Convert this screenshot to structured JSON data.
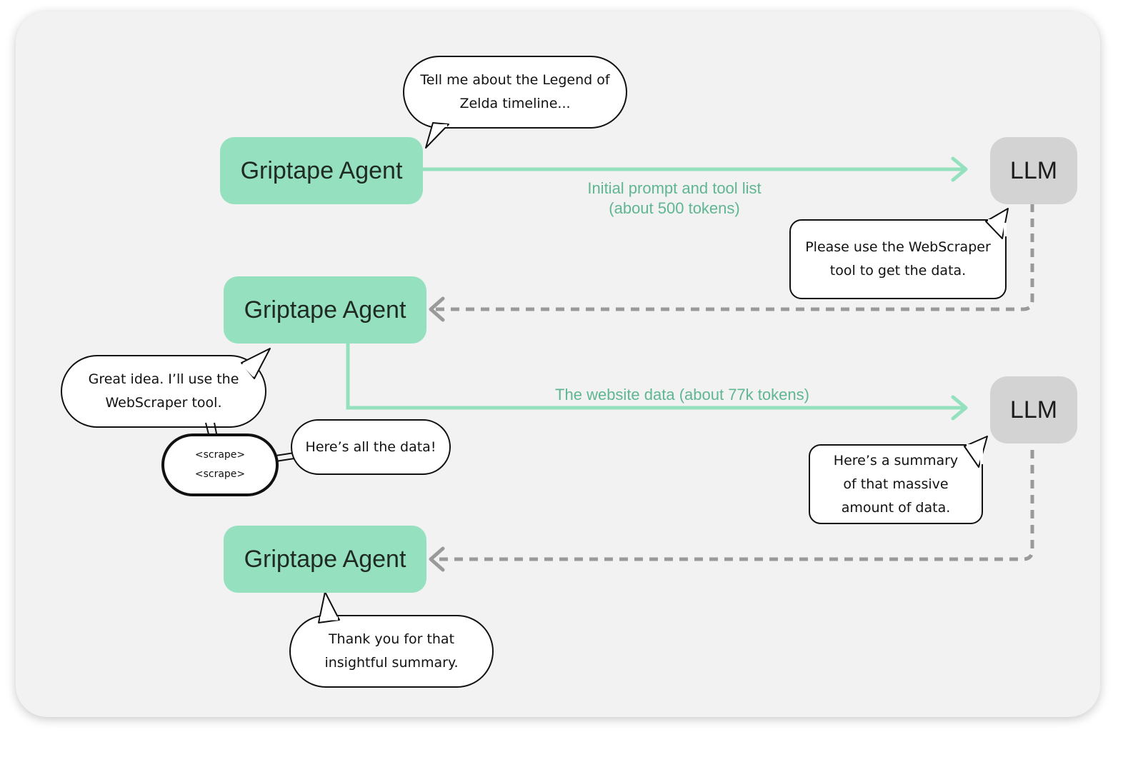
{
  "nodes": {
    "agent_1": "Griptape Agent",
    "agent_2": "Griptape Agent",
    "agent_3": "Griptape Agent",
    "llm_1": "LLM",
    "llm_2": "LLM"
  },
  "edge_labels": {
    "initial_prompt_line1": "Initial prompt and tool list",
    "initial_prompt_line2": "(about 500 tokens)",
    "website_data": "The website data (about 77k tokens)"
  },
  "bubbles": {
    "user_prompt": [
      "Tell me about the Legend of",
      "Zelda timeline..."
    ],
    "llm_tool_request": [
      "Please use the WebScraper",
      "tool to get the data."
    ],
    "agent_tool_reply": [
      "Great idea. I’ll use the",
      "WebScraper tool."
    ],
    "scrape_calls": [
      "<scrape>",
      "<scrape>"
    ],
    "tool_result": [
      "Here’s all the data!"
    ],
    "llm_summary": [
      "Here’s a summary",
      "of that massive",
      "amount of data."
    ],
    "agent_thanks": [
      "Thank you for that",
      "insightful summary."
    ]
  },
  "colors": {
    "agent_fill": "#95e1bf",
    "llm_fill": "#d3d3d3",
    "green_arrow": "#95e1bf",
    "gray_dashed_arrow": "#9a9a9a",
    "label_text": "#5fb692"
  }
}
